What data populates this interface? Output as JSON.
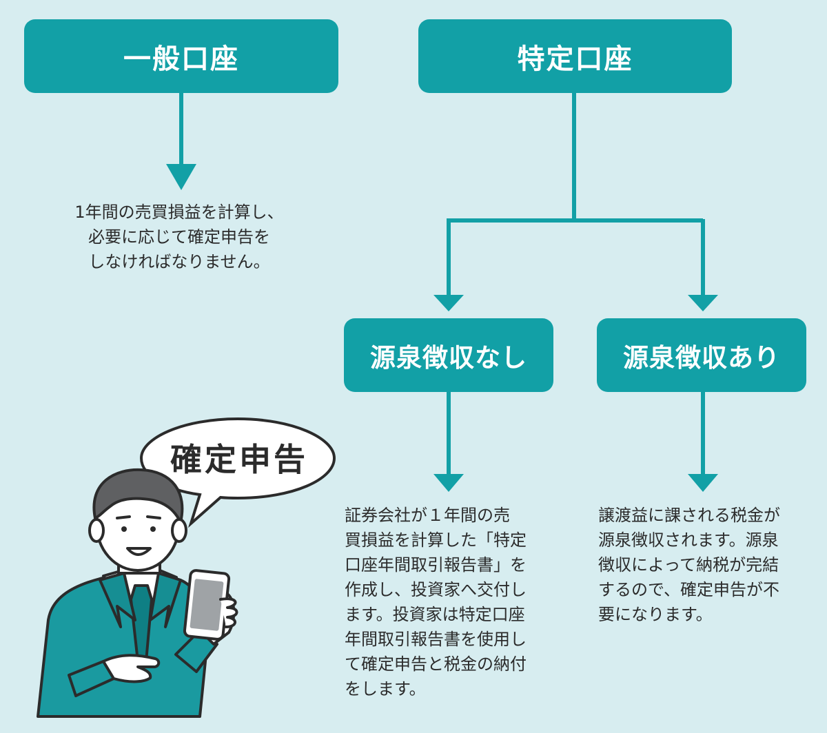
{
  "nodes": {
    "general_account": "一般口座",
    "specific_account": "特定口座",
    "no_withholding": "源泉徴収なし",
    "with_withholding": "源泉徴収あり"
  },
  "descriptions": {
    "general_account": "1年間の売買損益を計算し、\n必要に応じて確定申告を\nしなければなりません。",
    "no_withholding": "証券会社が１年間の売\n買損益を計算した「特定\n口座年間取引報告書」を\n作成し、投資家へ交付し\nます。投資家は特定口座\n年間取引報告書を使用し\nて確定申告と税金の納付\nをします。",
    "with_withholding": "譲渡益に課される税金が\n源泉徴収されます。源泉\n徴収によって納税が完結\nするので、確定申告が不\n要になります。"
  },
  "speech_bubble": "確定申告",
  "colors": {
    "background": "#d7edf0",
    "box": "#12a0a6",
    "arrow": "#12a0a6",
    "text": "#2b2b2b",
    "suit": "#1a9aa0"
  },
  "icons": {
    "illustration": "businessman-with-smartphone",
    "bubble": "speech-bubble"
  }
}
